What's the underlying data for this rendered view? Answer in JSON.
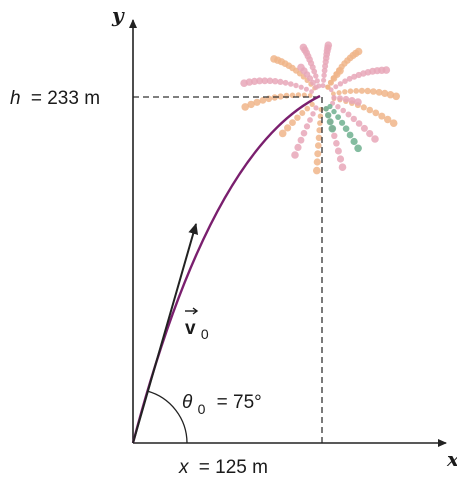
{
  "diagram": {
    "axes": {
      "x_label": "x",
      "y_label": "y"
    },
    "height_label": {
      "symbol": "h",
      "relation": "= 233 m"
    },
    "range_label": {
      "symbol": "x",
      "relation": "= 125 m"
    },
    "velocity_label": {
      "symbol": "v",
      "subscript": "0"
    },
    "angle_label": {
      "symbol": "θ",
      "subscript": "0",
      "relation": "= 75°"
    },
    "values": {
      "height_m": 233,
      "range_m": 125,
      "launch_angle_deg": 75
    },
    "colors": {
      "trajectory": "#7a1f6e",
      "axes": "#222222",
      "dashed": "#333333",
      "firework_pink": "#e7a7b8",
      "firework_orange": "#f0b58a",
      "firework_green": "#6fb08f"
    }
  }
}
